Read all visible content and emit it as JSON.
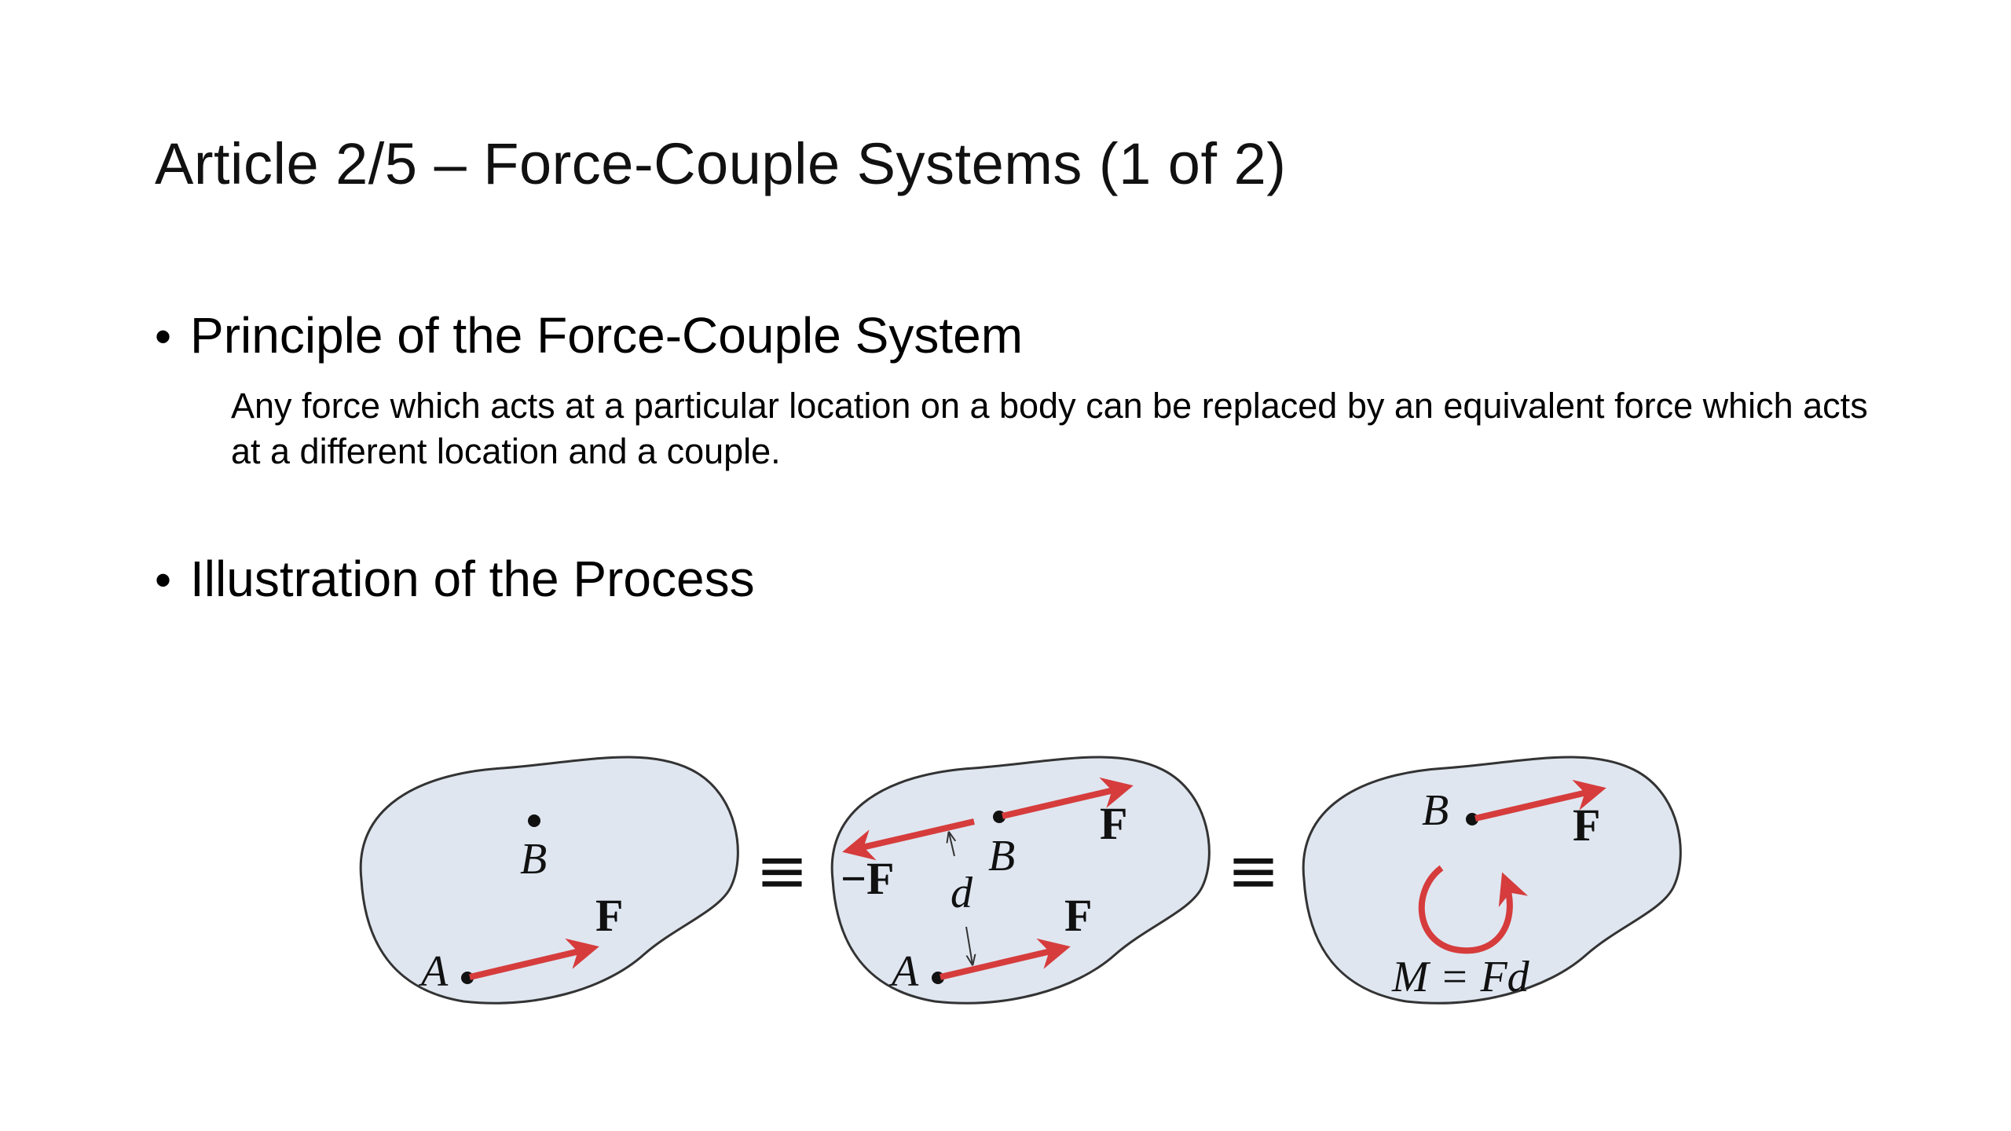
{
  "slide": {
    "title": "Article 2/5 – Force-Couple Systems (1 of 2)"
  },
  "bullets": [
    {
      "heading": "Principle of the Force-Couple System",
      "body": "Any force which acts at a particular location on a body can be replaced by an equivalent force which acts at a different location and a couple."
    },
    {
      "heading": "Illustration of the Process"
    }
  ],
  "illustration": {
    "equiv_symbol": "≡",
    "panel1": {
      "point_b": "B",
      "point_a": "A",
      "force": "F"
    },
    "panel2": {
      "neg_force": "−F",
      "point_b": "B",
      "distance": "d",
      "force_top": "F",
      "force_bottom": "F",
      "point_a": "A"
    },
    "panel3": {
      "point_b": "B",
      "force": "F",
      "moment_eq": "M = Fd"
    },
    "colors": {
      "body_fill": "#dfe6f0",
      "body_stroke": "#333333",
      "force_arrow": "#d63c3c"
    }
  }
}
